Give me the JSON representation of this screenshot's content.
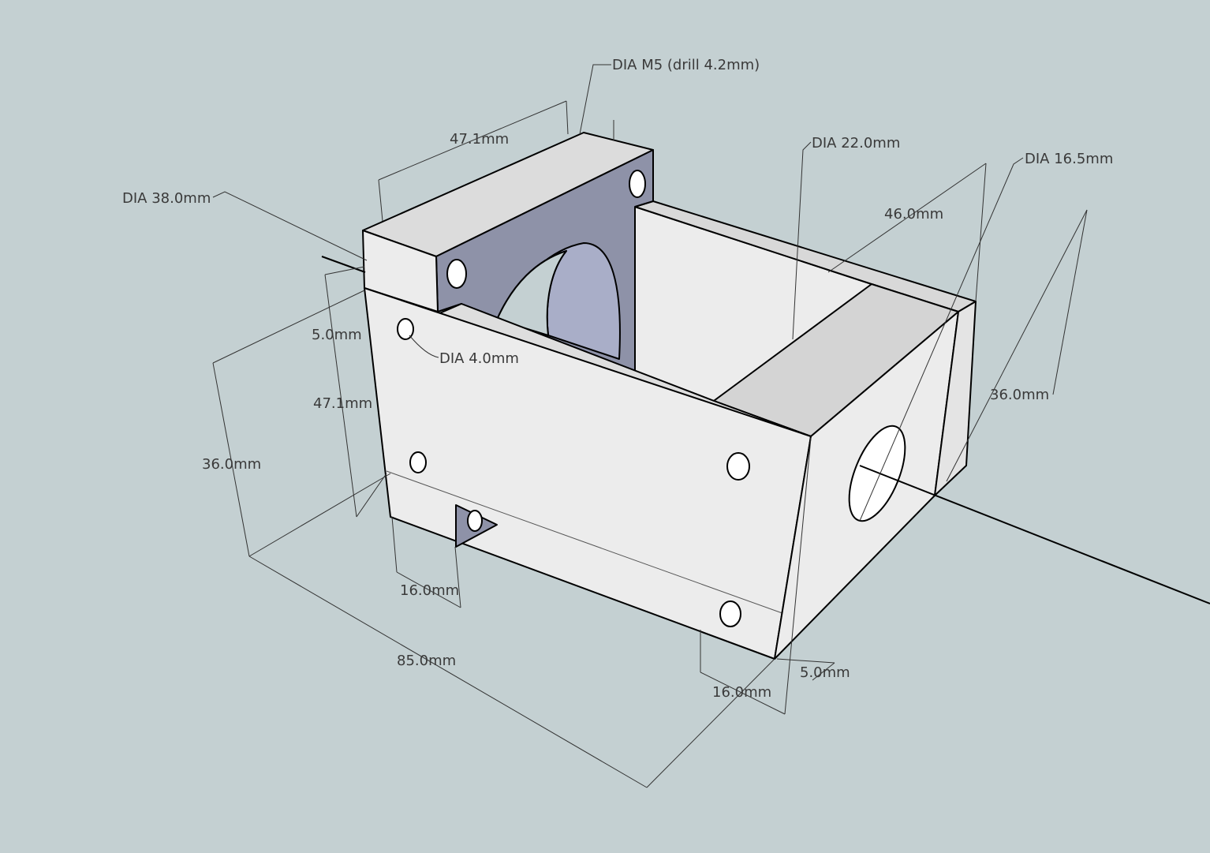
{
  "colors": {
    "background": "#c4d0d2",
    "face_light": "#ececec",
    "face_mid": "#d8d8d8",
    "flange": "#8e92a8",
    "bore": "#a9aec8"
  },
  "labels": {
    "dia_m5": "DIA M5 (drill 4.2mm)",
    "top_width": "47.1mm",
    "dia_22": "DIA 22.0mm",
    "dia_16_5": "DIA 16.5mm",
    "back_46": "46.0mm",
    "dia_38": "DIA 38.0mm",
    "thick_5_left": "5.0mm",
    "dia_4": "DIA 4.0mm",
    "height_47": "47.1mm",
    "height_36_left": "36.0mm",
    "height_36_right": "36.0mm",
    "foot_16_left": "16.0mm",
    "length_85": "85.0mm",
    "foot_16_right": "16.0mm",
    "thick_5_right": "5.0mm"
  }
}
